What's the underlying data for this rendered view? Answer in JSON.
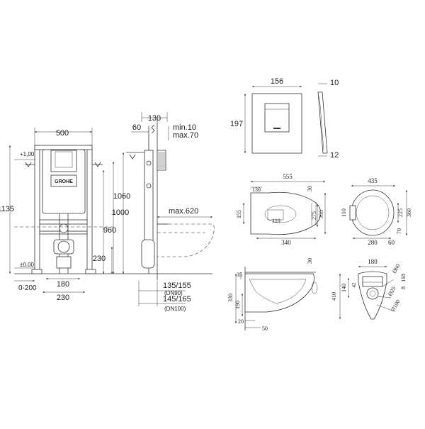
{
  "frame": {
    "dim_500": "500",
    "dim_130": "130",
    "dim_60": "60",
    "dim_min10": "min.10",
    "dim_max70": "max.70",
    "dim_1135": "1135",
    "dim_1060": "1060",
    "dim_1000": "1000",
    "dim_960": "960",
    "dim_230_h": "230",
    "dim_max620": "max.620",
    "level_plus": "+1,00",
    "level_zero": "±0,00",
    "dim_0_200": "0-200",
    "dim_180": "180",
    "dim_230_w": "230",
    "dim_135_155": "135/155",
    "dim_dn90": "(DN90)",
    "dim_145_165": "145/165",
    "dim_dn100": "(DN100)",
    "logo": "GROHE"
  },
  "plate": {
    "dim_156": "156",
    "dim_197": "197",
    "dim_10": "10",
    "dim_12": "12"
  },
  "bowl_top": {
    "dim_555": "555",
    "dim_130": "130",
    "dim_30": "30",
    "dim_155": "155",
    "dim_110": "110",
    "dim_275": "275",
    "dim_355": "355",
    "dim_340": "340"
  },
  "bowl_rear": {
    "dim_435": "435",
    "dim_110": "110",
    "dim_225": "225",
    "dim_360": "360",
    "dim_70": "70",
    "dim_280": "280",
    "dim_60": "60"
  },
  "bowl_side": {
    "dim_35": "35",
    "dim_30": "30",
    "dim_330": "330",
    "dim_190": "190",
    "dim_20": "20",
    "dim_50": "50"
  },
  "bowl_front": {
    "dim_180": "180",
    "dim_410": "410",
    "dim_140": "140",
    "dim_42": "42",
    "dim_118": "118",
    "dim_8": "8",
    "dim_phi60": "Ø60",
    "dim_phi25": "Ø25",
    "dim_phi100": "Ø100"
  }
}
